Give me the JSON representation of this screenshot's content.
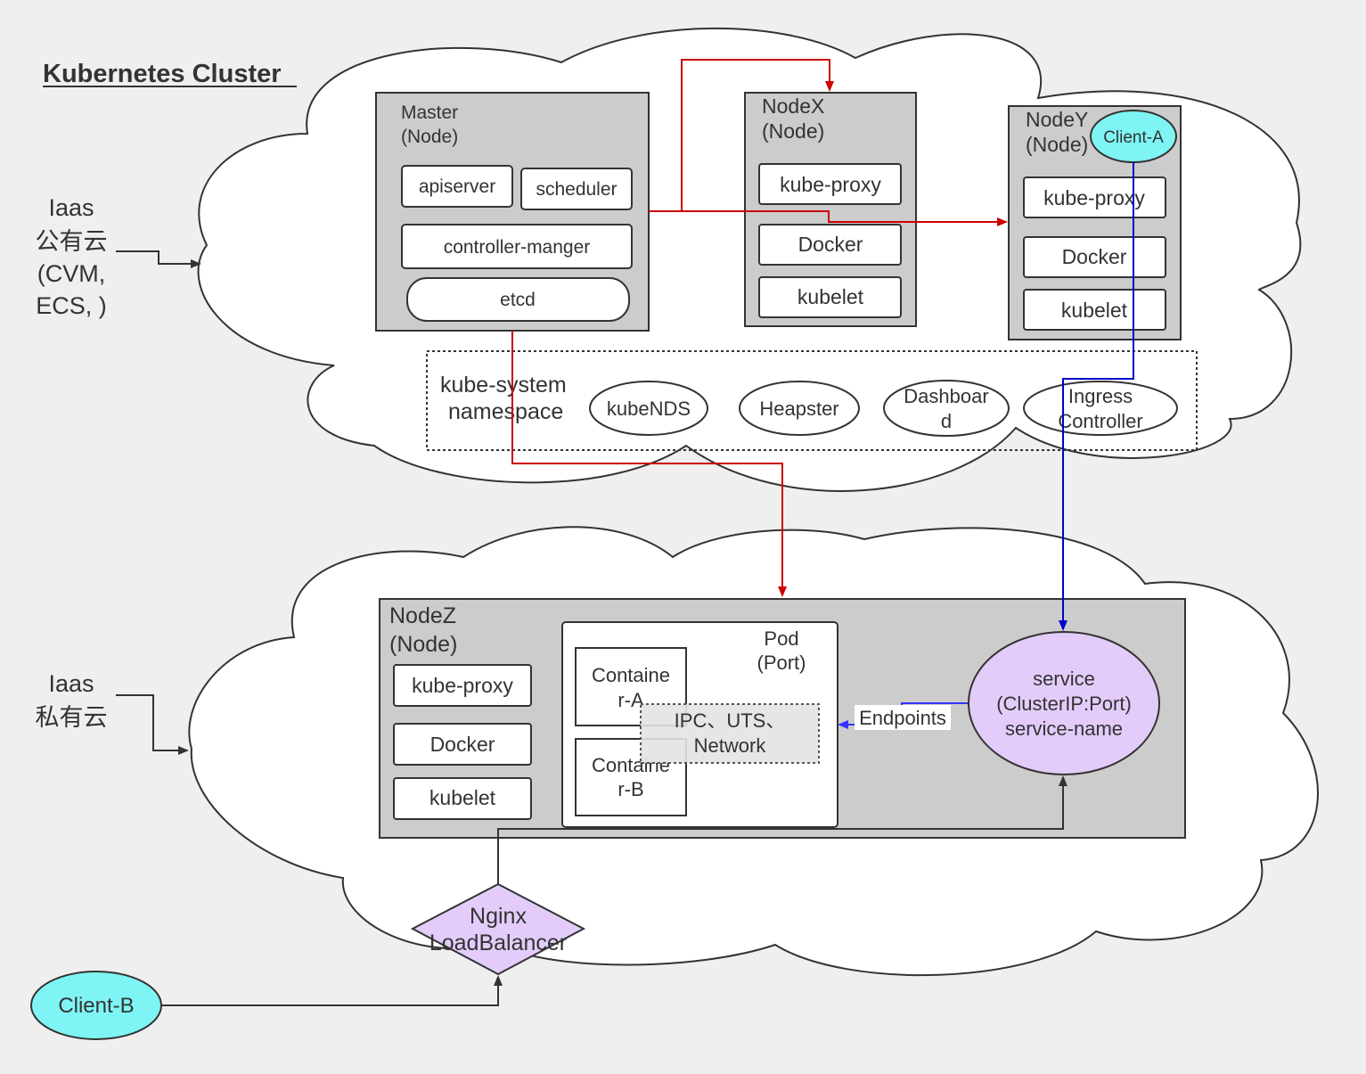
{
  "title": "Kubernetes Cluster",
  "public_cloud_label": [
    "Iaas",
    "公有云",
    "(CVM,",
    "ECS, )"
  ],
  "private_cloud_label": [
    "Iaas",
    "私有云"
  ],
  "master": {
    "title": [
      "Master",
      "(Node)"
    ],
    "apiserver": "apiserver",
    "scheduler": "scheduler",
    "controller_manager": "controller-manger",
    "etcd": "etcd"
  },
  "nodex": {
    "title": [
      "NodeX",
      "(Node)"
    ],
    "kube_proxy": "kube-proxy",
    "docker": "Docker",
    "kubelet": "kubelet"
  },
  "nodey": {
    "title": [
      "NodeY",
      "(Node)"
    ],
    "client_a": "Client-A",
    "kube_proxy": "kube-proxy",
    "docker": "Docker",
    "kubelet": "kubelet"
  },
  "kube_system": {
    "label": [
      "kube-system",
      "namespace"
    ],
    "kubends": "kubeNDS",
    "heapster": "Heapster",
    "dashboard": [
      "Dashboar",
      "d"
    ],
    "ingress": [
      "Ingress",
      "Controller"
    ]
  },
  "nodez": {
    "title": [
      "NodeZ",
      "(Node)"
    ],
    "kube_proxy": "kube-proxy",
    "docker": "Docker",
    "kubelet": "kubelet",
    "pod": [
      "Pod",
      "(Port)"
    ],
    "container_a": [
      "Containe",
      "r-A"
    ],
    "container_b": [
      "Containe",
      "r-B"
    ],
    "shared_ns": [
      "IPC、UTS、",
      "Network"
    ],
    "endpoints": "Endpoints",
    "service": [
      "service",
      "(ClusterIP:Port)",
      "service-name"
    ]
  },
  "nginx": [
    "Nginx",
    "LoadBalancer"
  ],
  "client_b": "Client-B",
  "colors": {
    "red_arrow": "#cc0000",
    "blue_arrow": "#0000cc",
    "endpoint_arrow": "#3333ff",
    "cyan_ellipse": "#7ff4f4",
    "purple_shape": "#e3ccfa",
    "node_gray": "#cccccc"
  }
}
